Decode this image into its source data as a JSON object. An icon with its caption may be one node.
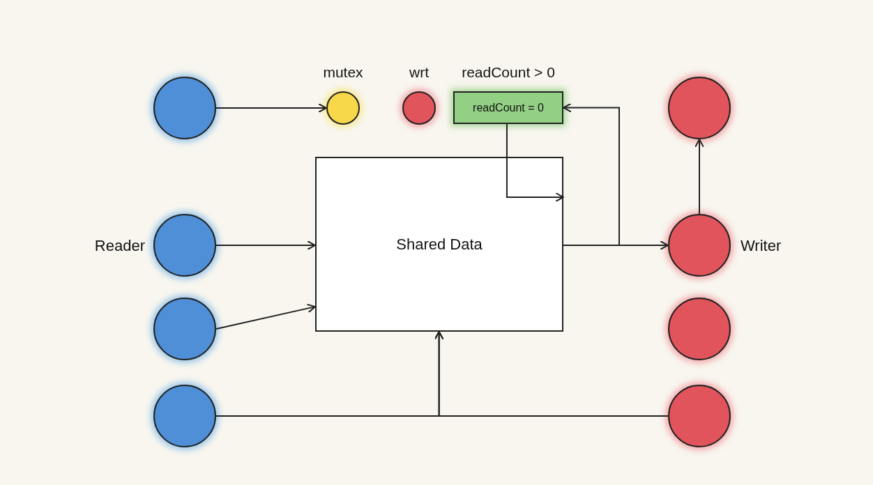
{
  "diagram": {
    "nodes": [
      {
        "text": [],
        "shape": "circle"
      },
      {
        "text": [
          "mutex"
        ]
      },
      {
        "text": [
          "wrt"
        ]
      },
      {
        "text": [
          "readCount > 0",
          "readCount = 0"
        ]
      },
      {
        "text": [],
        "shape": "circle"
      },
      {
        "text": [
          "Shared Data"
        ]
      },
      {
        "text": [],
        "shape": "circle",
        "beside": [
          "Reader"
        ]
      },
      {
        "text": [],
        "shape": "circle",
        "beside": [
          "Writer"
        ]
      },
      {
        "text": [],
        "shape": "circle"
      },
      {
        "text": [],
        "shape": "circle"
      },
      {
        "text": [],
        "shape": "circle"
      },
      {
        "text": [],
        "shape": "circle"
      }
    ],
    "edges": [
      {
        "from": 0,
        "to": 1,
        "arrow": "to"
      },
      {
        "from": 6,
        "to": 5,
        "arrow": "to"
      },
      {
        "from": 8,
        "to": 5,
        "arrow": "to"
      },
      {
        "from": 5,
        "to": 7,
        "arrow": "to"
      },
      {
        "from": 5,
        "to": 3,
        "arrow": "to"
      },
      {
        "from": 7,
        "to": 4,
        "arrow": "to"
      },
      {
        "from": 3,
        "to": 5,
        "arrow": "to"
      },
      {
        "from": 10,
        "to": 5,
        "arrow": "to"
      },
      {
        "from": 11,
        "to": 5,
        "arrow": "to"
      }
    ]
  }
}
